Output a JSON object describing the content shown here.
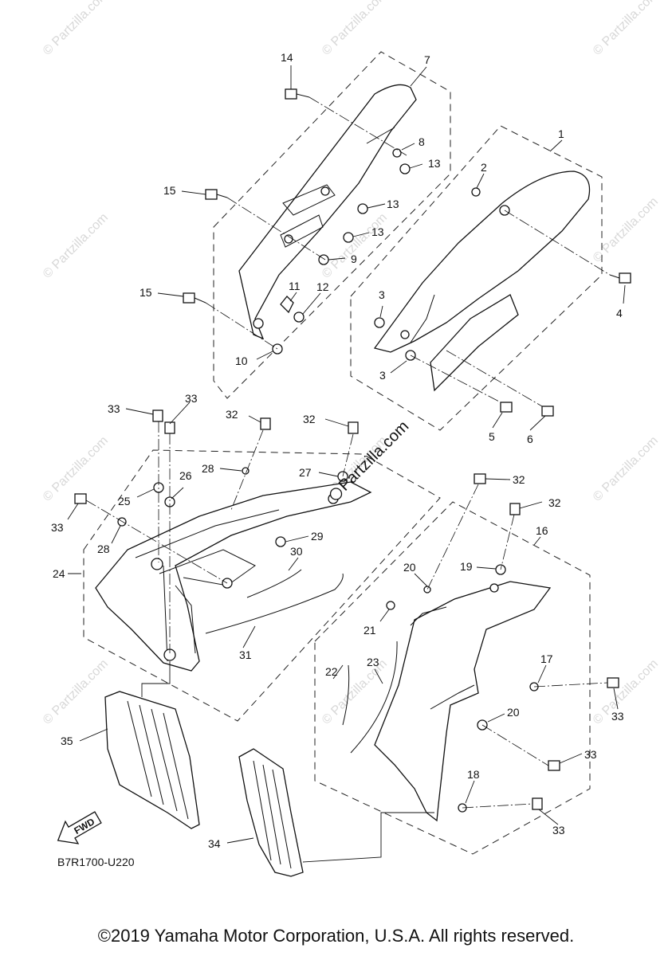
{
  "watermark_text": "© Partzilla.com",
  "stamp_text": "Partzilla.com",
  "diagram_code": "B7R1700-U220",
  "fwd_label": "FWD",
  "copyright": "©2019 Yamaha Motor Corporation, U.S.A. All rights reserved.",
  "callouts": {
    "c1": "1",
    "c2": "2",
    "c3a": "3",
    "c3b": "3",
    "c4": "4",
    "c5": "5",
    "c6": "6",
    "c7": "7",
    "c8": "8",
    "c9": "9",
    "c10": "10",
    "c11": "11",
    "c12": "12",
    "c13a": "13",
    "c13b": "13",
    "c13c": "13",
    "c14": "14",
    "c15a": "15",
    "c15b": "15",
    "c16": "16",
    "c17": "17",
    "c18": "18",
    "c19": "19",
    "c20a": "20",
    "c20b": "20",
    "c21": "21",
    "c22": "22",
    "c23": "23",
    "c24": "24",
    "c25": "25",
    "c26": "26",
    "c27": "27",
    "c28a": "28",
    "c28b": "28",
    "c29": "29",
    "c30": "30",
    "c31": "31",
    "c32a": "32",
    "c32b": "32",
    "c32c": "32",
    "c32d": "32",
    "c33a": "33",
    "c33b": "33",
    "c33c": "33",
    "c33d": "33",
    "c33e": "33",
    "c33f": "33",
    "c34": "34",
    "c35": "35"
  }
}
